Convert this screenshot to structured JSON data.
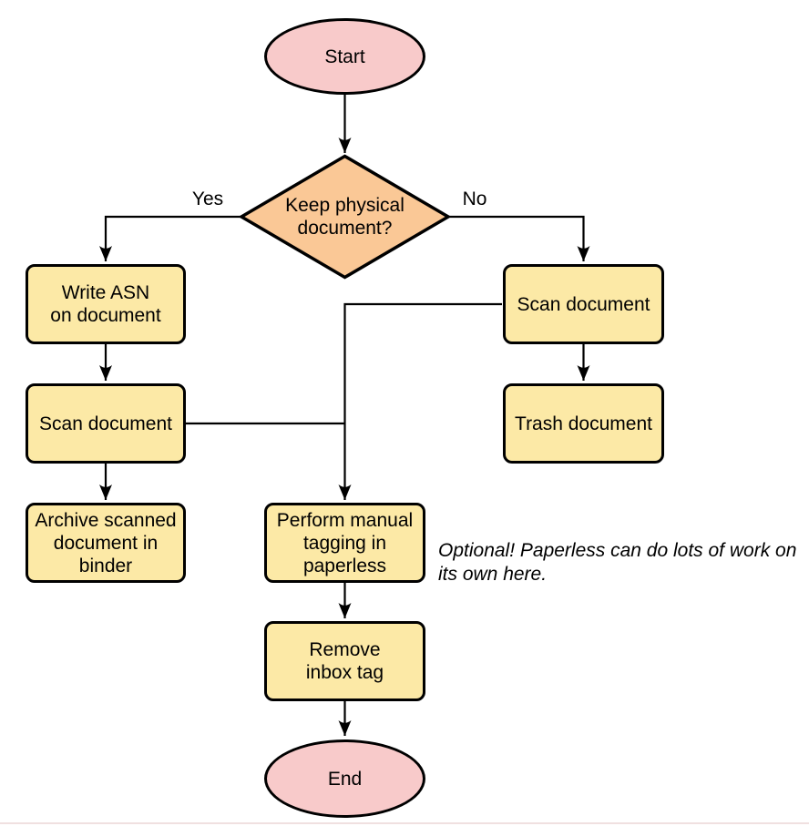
{
  "colors": {
    "background": "#ffffff",
    "pink": "#f8caca",
    "orange": "#fac896",
    "yellow": "#fce9a6",
    "stroke": "#000000",
    "text": "#000000",
    "bottom_edge": "#f0e0e0"
  },
  "nodes": {
    "start": "Start",
    "decision": "Keep physical\ndocument?",
    "write_asn": "Write ASN\non document",
    "scan_left": "Scan document",
    "archive": "Archive scanned\ndocument in\nbinder",
    "scan_right": "Scan document",
    "trash": "Trash document",
    "tagging": "Perform manual\ntagging in\npaperless",
    "remove_inbox": "Remove\ninbox tag",
    "end": "End"
  },
  "edge_labels": {
    "yes": "Yes",
    "no": "No"
  },
  "annotation": "Optional! Paperless can do lots of work on\nits own here."
}
